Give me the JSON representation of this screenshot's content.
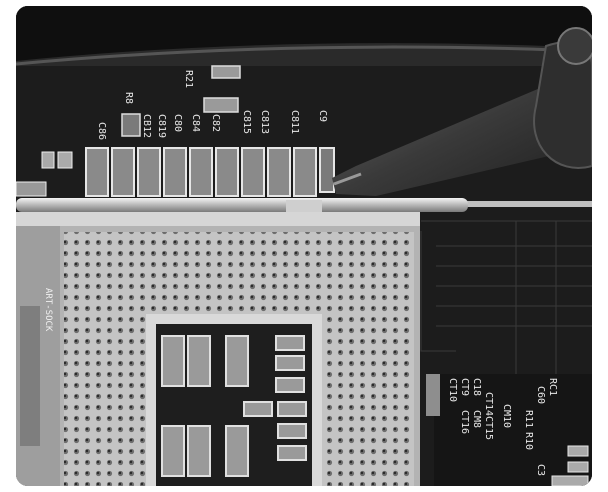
{
  "photo": {
    "subject": "motherboard-cpu-socket",
    "colors": {
      "board": "#1c1c1c",
      "socket": "#bdbdbd",
      "silk": "#e8e8e8",
      "cap": "#8a8a8a"
    }
  },
  "silkscreen": {
    "top_row": [
      "C86",
      "CB12",
      "C819",
      "C80",
      "C84",
      "C82",
      "C815",
      "C813",
      "C811",
      "C9"
    ],
    "resistors_top": [
      "R21",
      "R8"
    ],
    "socket_label": "ART-SOCK",
    "right_labels": [
      "CT10",
      "CT9",
      "C18",
      "CT16",
      "CM8",
      "CT15",
      "CM10",
      "CT14",
      "R11",
      "C60",
      "R10",
      "RC1",
      "C3"
    ]
  }
}
